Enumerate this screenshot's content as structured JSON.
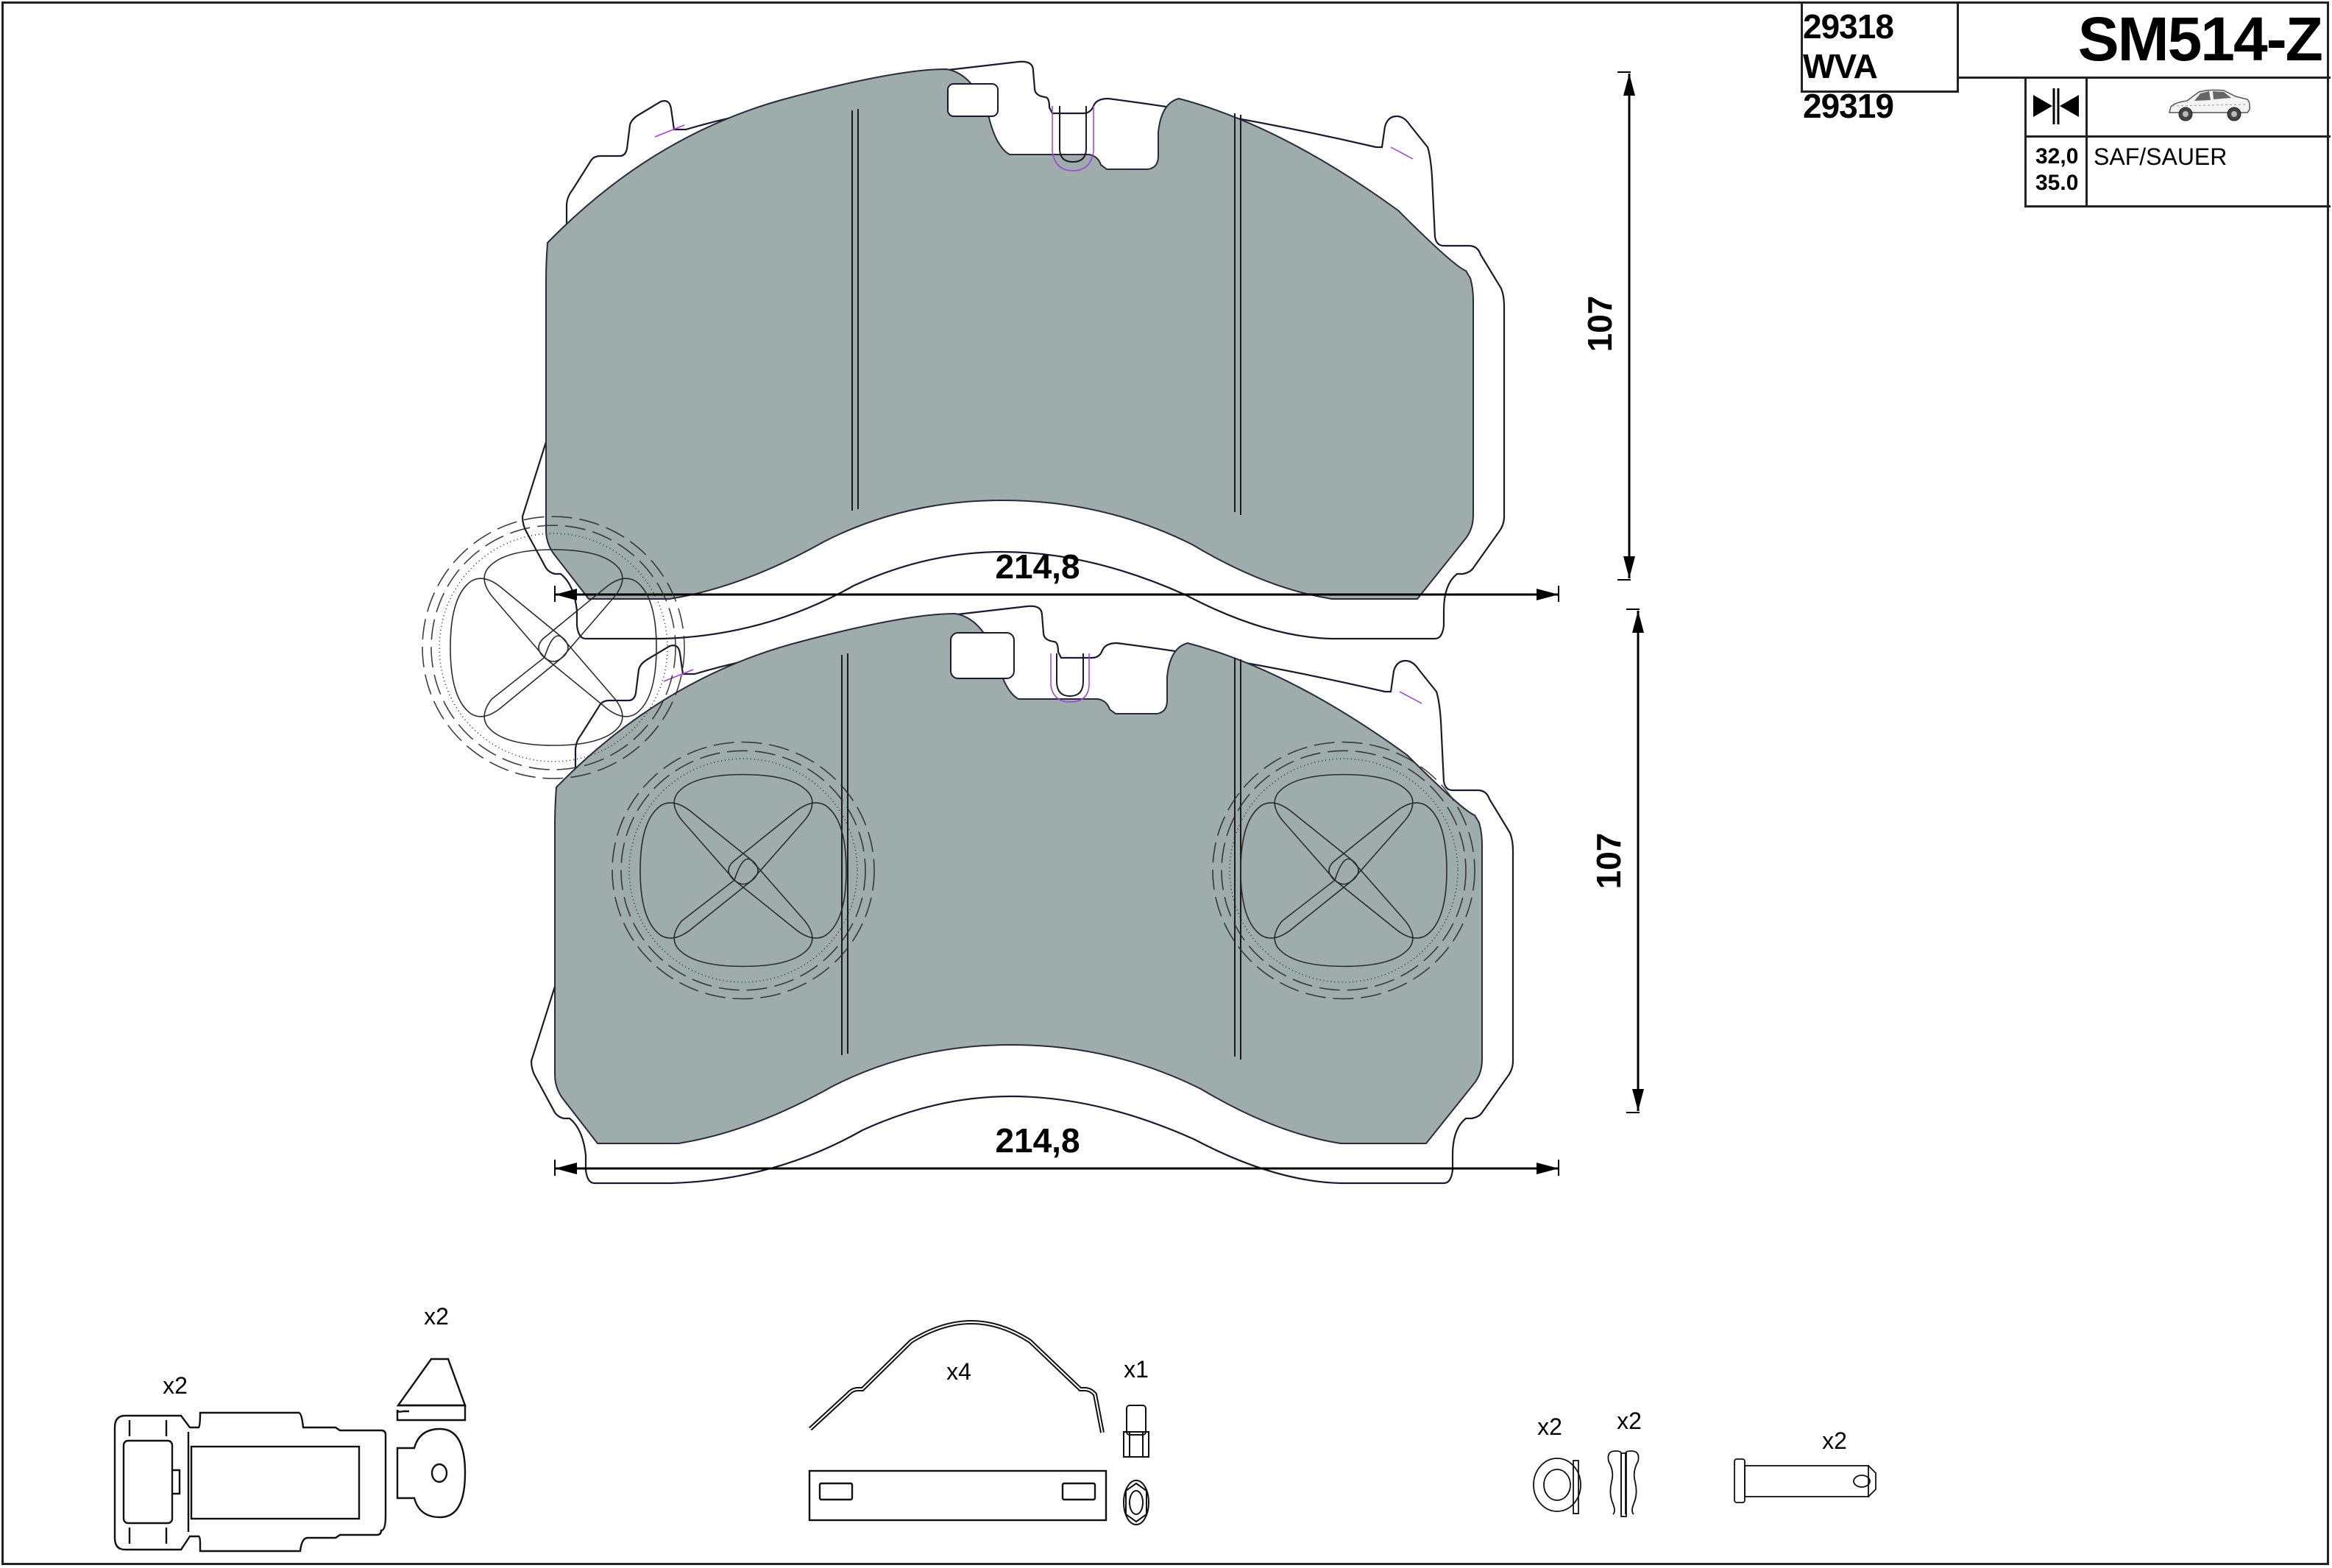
{
  "title_block": {
    "references": [
      "WVA 29318",
      "WVA 29319"
    ],
    "product_code": "SM514-Z",
    "thickness_icon": "thickness-arrows-icon",
    "vehicle_icon": "car-icon",
    "thickness_values": [
      "32,0",
      "35.0"
    ],
    "application": "SAF/SAUER"
  },
  "pad_views": [
    {
      "name": "pad-top-view",
      "width_label": "214,8",
      "height_label": "107",
      "friction_color": "#9eadab"
    },
    {
      "name": "pad-bottom-view-with-markings",
      "width_label": "214,8",
      "height_label": "107",
      "friction_color": "#9eadab"
    }
  ],
  "accessories": [
    {
      "name": "wear-sensor-plate",
      "qty": "x2"
    },
    {
      "name": "retainer-clip",
      "qty": "x2"
    },
    {
      "name": "spring-and-bar",
      "qty": "x4"
    },
    {
      "name": "hex-nut",
      "qty": "x1"
    },
    {
      "name": "washer",
      "qty": "x2"
    },
    {
      "name": "r-clip",
      "qty": "x2"
    },
    {
      "name": "clevis-pin",
      "qty": "x2"
    }
  ],
  "colors": {
    "outline": "#1a1a2e",
    "friction": "#9eadab",
    "guide_line": "#a040e0",
    "border": "#222222"
  }
}
